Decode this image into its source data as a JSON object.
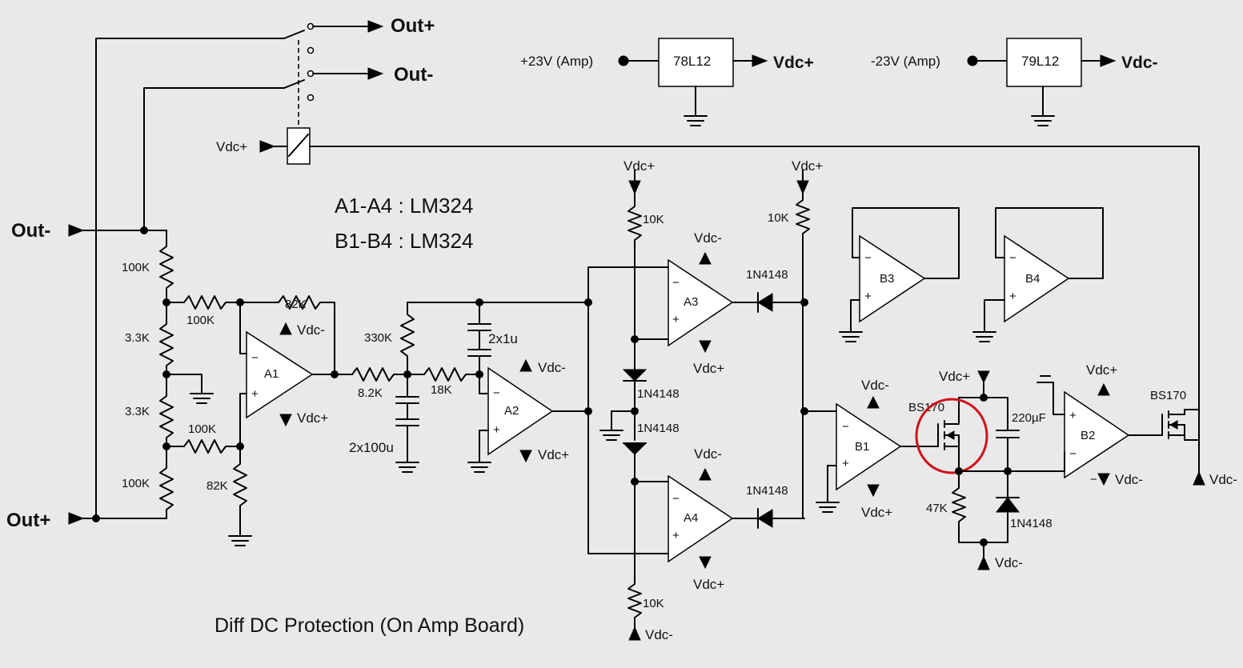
{
  "ports": {
    "out_plus_top": "Out+",
    "out_minus_top": "Out-",
    "out_minus_left": "Out-",
    "out_plus_left": "Out+"
  },
  "regulators": [
    {
      "input": "+23V (Amp)",
      "part": "78L12",
      "output": "Vdc+"
    },
    {
      "input": "-23V (Amp)",
      "part": "79L12",
      "output": "Vdc-"
    }
  ],
  "notes": {
    "a_parts": "A1-A4 : LM324",
    "b_parts": "B1-B4 : LM324",
    "title": "Diff DC Protection (On Amp Board)"
  },
  "rails": {
    "pos": "Vdc+",
    "neg": "Vdc-"
  },
  "opamps": {
    "a1": "A1",
    "a2": "A2",
    "a3": "A3",
    "a4": "A4",
    "b1": "B1",
    "b2": "B2",
    "b3": "B3",
    "b4": "B4"
  },
  "components": {
    "r_100k_top": "100K",
    "r_100k_a": "100K",
    "r_33k_a": "3.3K",
    "r_33k_b": "3.3K",
    "r_100k_b": "100K",
    "r_100k_bot": "100K",
    "r_82k_top": "82K",
    "r_82k_bot": "82K",
    "r_330k": "330K",
    "r_82k_series": "8.2K",
    "r_18k": "18K",
    "c_2x1u": "2x1u",
    "c_2x100u": "2x100u",
    "r_10k_top": "10K",
    "r_10k_right": "10K",
    "r_10k_bot": "10K",
    "d_1n4148_a3": "1N4148",
    "d_1n4148_a4": "1N4148",
    "d_1n4148_up": "1N4148",
    "d_1n4148_dn": "1N4148",
    "d_1n4148_b": "1N4148",
    "q_bs170_a": "BS170",
    "q_bs170_b": "BS170",
    "r_47k": "47K",
    "c_220uf": "220µF"
  },
  "opamp_signs": {
    "minus": "−",
    "plus": "+"
  },
  "highlight": {
    "color": "#d0101a"
  }
}
